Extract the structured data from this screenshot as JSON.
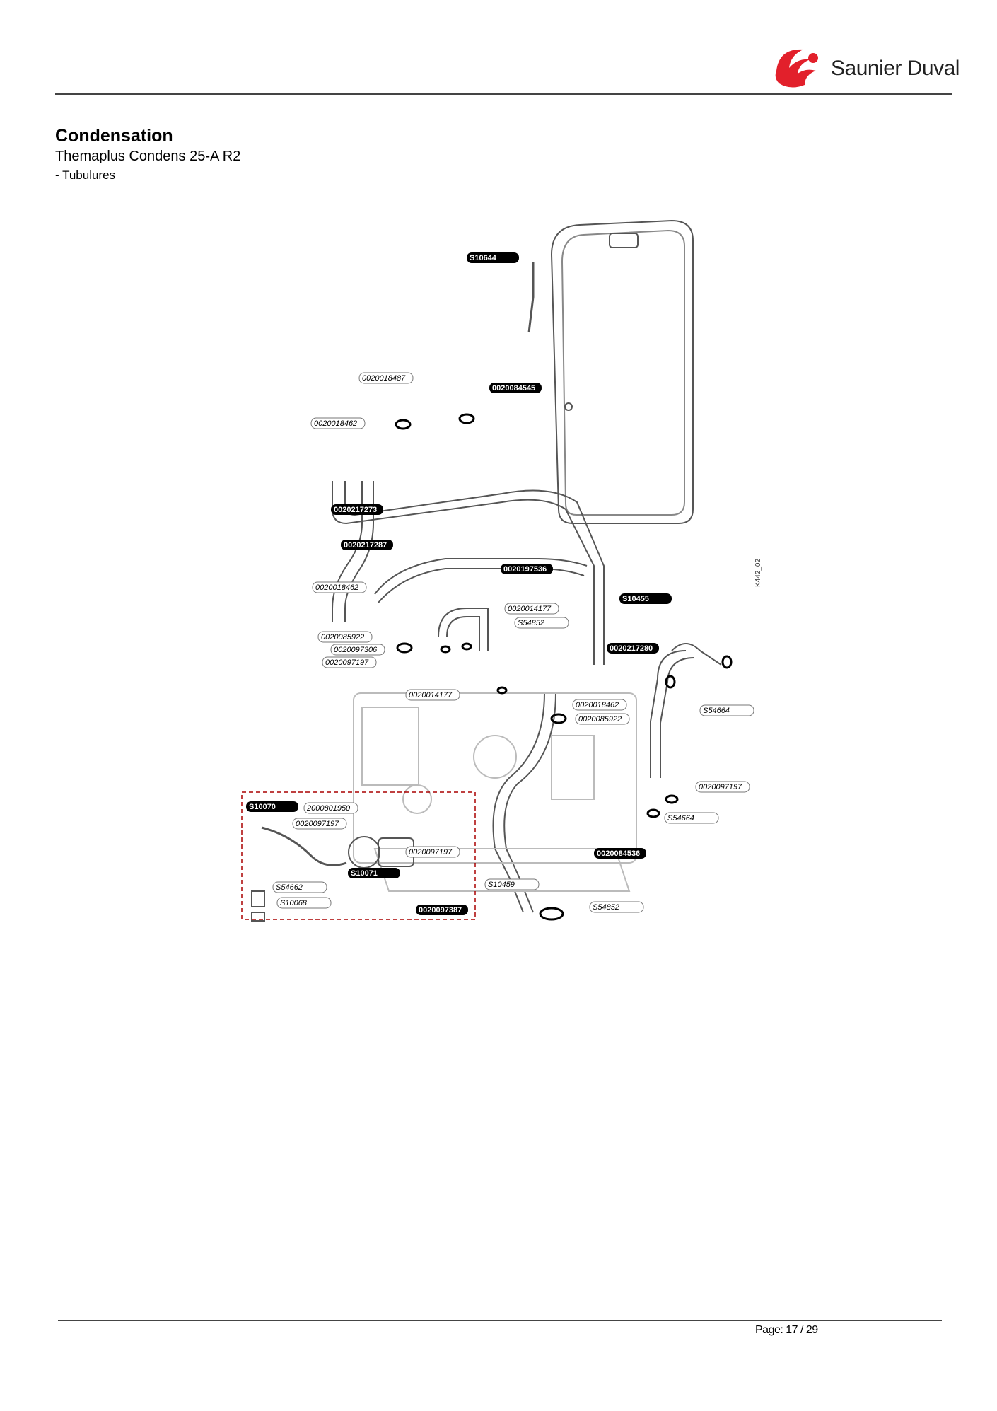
{
  "header": {
    "brand": "Saunier Duval"
  },
  "title": "Condensation",
  "subtitle": "Themaplus Condens 25-A R2",
  "section": "- Tubulures",
  "diagram": {
    "code": "K442_02",
    "labels_dark": [
      "S10644",
      "0020084545",
      "0020217273",
      "0020217287",
      "0020197536",
      "S10455",
      "0020217280",
      "S10070",
      "S10071",
      "0020084536",
      "0020097387"
    ],
    "labels_light": [
      "0020018487",
      "0020018462",
      "0020018462",
      "0020014177",
      "S54852",
      "0020085922",
      "0020097306",
      "0020097197",
      "0020014177",
      "0020018462",
      "0020085922",
      "S54664",
      "0020097197",
      "S54664",
      "2000801950",
      "0020097197",
      "0020097197",
      "S54662",
      "S10068",
      "S10459",
      "S54852"
    ]
  },
  "footer": {
    "page": "Page: 17 / 29"
  },
  "colors": {
    "brand_red": "#e2202b",
    "label_dark": "#000000"
  }
}
